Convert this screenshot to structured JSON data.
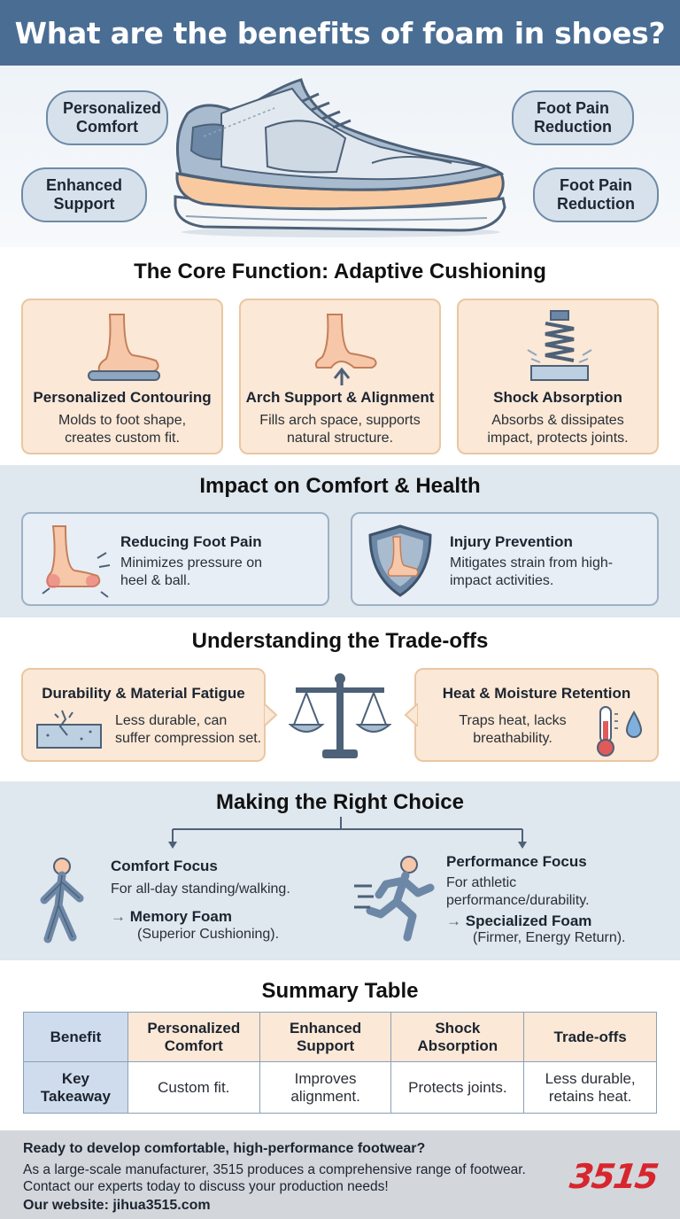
{
  "header": {
    "title": "What are the benefits of foam in shoes?"
  },
  "hero": {
    "bubbles": [
      "Personalized Comfort",
      "Foot Pain Reduction",
      "Enhanced Support",
      "Foot Pain Reduction"
    ]
  },
  "core": {
    "title": "The Core Function: Adaptive Cushioning",
    "cards": [
      {
        "title": "Personalized Contouring",
        "desc_line1": "Molds to foot shape,",
        "desc_line2": "creates custom fit.",
        "icon": "foot-icon"
      },
      {
        "title": "Arch Support & Alignment",
        "desc_line1": "Fills arch space, supports",
        "desc_line2": "natural structure.",
        "icon": "arch-icon"
      },
      {
        "title": "Shock Absorption",
        "desc_line1": "Absorbs & dissipates",
        "desc_line2": "impact, protects joints.",
        "icon": "spring-icon"
      }
    ]
  },
  "impact": {
    "title": "Impact on Comfort & Health",
    "cards": [
      {
        "title": "Reducing Foot Pain",
        "desc_line1": "Minimizes pressure on",
        "desc_line2": "heel & ball.",
        "icon": "sore-foot-icon"
      },
      {
        "title": "Injury Prevention",
        "desc_line1": "Mitigates strain from high-",
        "desc_line2": "impact activities.",
        "icon": "shield-foot-icon"
      }
    ]
  },
  "tradeoffs": {
    "title": "Understanding the Trade-offs",
    "left": {
      "title": "Durability & Material Fatigue",
      "desc_line1": "Less durable, can",
      "desc_line2": "suffer compression set.",
      "icon": "cracked-foam-icon"
    },
    "right": {
      "title": "Heat & Moisture Retention",
      "desc_line1": "Traps heat, lacks",
      "desc_line2": "breathability.",
      "icon": "thermometer-drop-icon"
    },
    "center_icon": "balance-scale-icon"
  },
  "choice": {
    "title": "Making the Right Choice",
    "left": {
      "title": "Comfort Focus",
      "desc": "For all-day standing/walking.",
      "arrow": "→",
      "rec": "Memory Foam",
      "sub": "(Superior Cushioning).",
      "icon": "walking-person-icon"
    },
    "right": {
      "title": "Performance Focus",
      "desc_line1": "For athletic",
      "desc_line2": "performance/durability.",
      "arrow": "→",
      "rec": "Specialized Foam",
      "sub": "(Firmer, Energy Return).",
      "icon": "running-person-icon"
    }
  },
  "summary": {
    "title": "Summary Table",
    "header": [
      {
        "l1": "Benefit",
        "l2": ""
      },
      {
        "l1": "Personalized",
        "l2": "Comfort"
      },
      {
        "l1": "Enhanced",
        "l2": "Support"
      },
      {
        "l1": "Shock",
        "l2": "Absorption"
      },
      {
        "l1": "Trade-offs",
        "l2": ""
      }
    ],
    "row": [
      {
        "l1": "Key",
        "l2": "Takeaway"
      },
      {
        "l1": "Custom fit.",
        "l2": ""
      },
      {
        "l1": "Improves",
        "l2": "alignment."
      },
      {
        "l1": "Protects joints.",
        "l2": ""
      },
      {
        "l1": "Less durable,",
        "l2": "retains heat."
      }
    ]
  },
  "footer": {
    "headline": "Ready to develop comfortable, high-performance footwear?",
    "body_line1": "As a large-scale manufacturer, 3515 produces a comprehensive range of footwear.",
    "body_line2": "Contact our experts today to discuss your production needs!",
    "website": "Our website: jihua3515.com",
    "logo": "3515"
  },
  "colors": {
    "header": "#4a6d94",
    "peach": "#fbe8d6",
    "blue_band": "#dfe7ef",
    "logo_red": "#d7262d"
  }
}
